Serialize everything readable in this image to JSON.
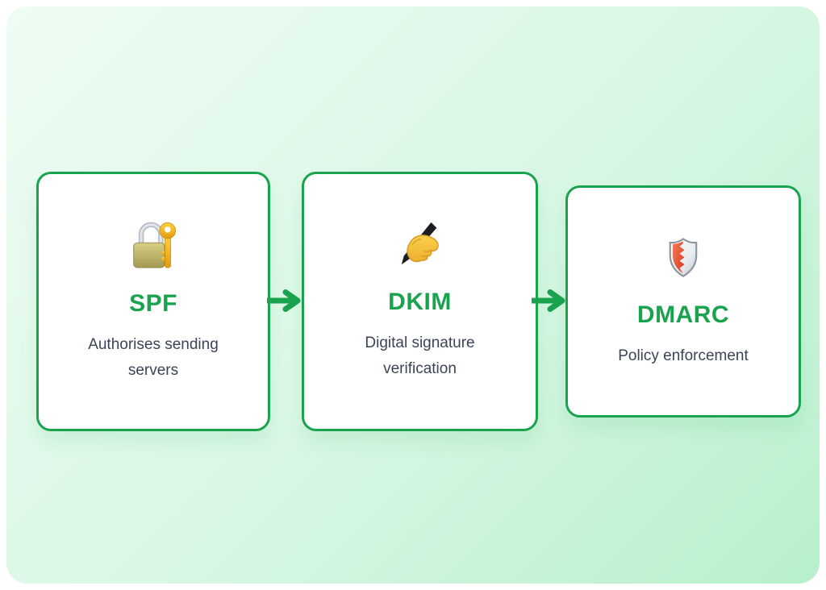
{
  "colors": {
    "accent_green": "#1aa34e",
    "card_background": "#ffffff",
    "description_text": "#3b4456",
    "panel_gradient_start": "#eefcf3",
    "panel_gradient_end": "#b7f0cc"
  },
  "cards": [
    {
      "title": "SPF",
      "description": "Authorises sending servers",
      "icon": "lock-with-key-icon"
    },
    {
      "title": "DKIM",
      "description": "Digital signature verification",
      "icon": "writing-hand-icon"
    },
    {
      "title": "DMARC",
      "description": "Policy enforcement",
      "icon": "shield-icon"
    }
  ],
  "arrows": [
    {
      "name": "arrow-spf-to-dkim",
      "direction": "right"
    },
    {
      "name": "arrow-dkim-to-dmarc",
      "direction": "right"
    }
  ]
}
